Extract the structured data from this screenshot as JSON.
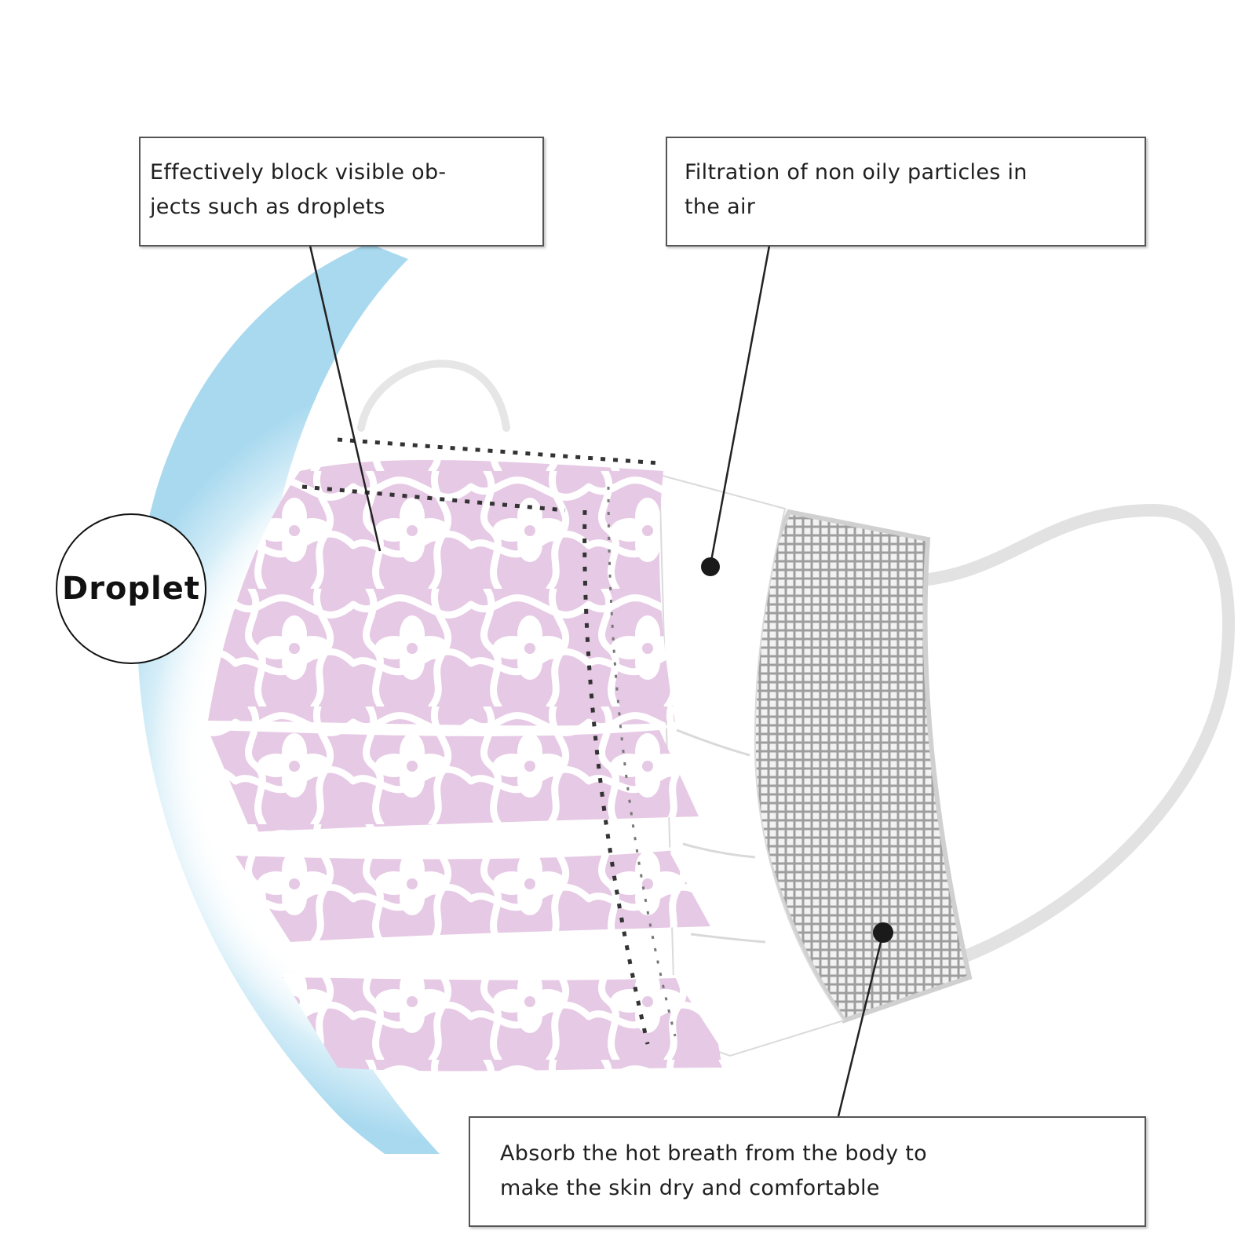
{
  "callouts": {
    "outer_layer": {
      "line1": "Effectively block visible ob-",
      "line2": "jects such as droplets"
    },
    "middle_layer": {
      "line1": "Filtration of non oily particles in",
      "line2": "the air"
    },
    "inner_layer": {
      "line1": "Absorb the hot breath from the body to",
      "line2": "make the skin dry and comfortable"
    }
  },
  "droplet_label": "Droplet",
  "colors": {
    "mask_pink": "#e6c9e4",
    "lace_white": "#ffffff",
    "filter_grey": "#b8b8b8",
    "face_glow": "#bfe3f2",
    "leader_line": "#222222"
  }
}
